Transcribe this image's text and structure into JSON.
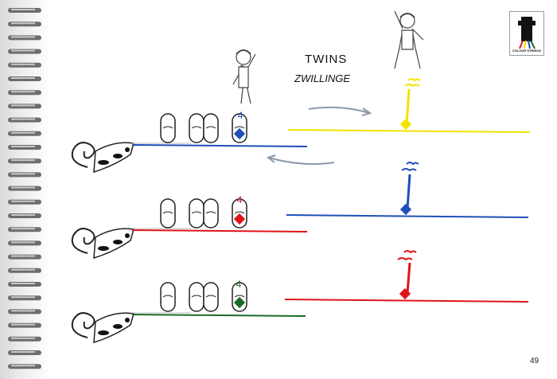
{
  "title": "TWINS",
  "subtitle": "ZWILLINGE",
  "page_number": "49",
  "logo": {
    "text": "COLOUR STRINGS"
  },
  "finger_labels": [
    "4",
    "4",
    "4"
  ],
  "colors": {
    "yellow": "#f2e300",
    "blue": "#1f4fb8",
    "red": "#e0141b",
    "green": "#1c6b2a",
    "arrow": "#8a98a8"
  }
}
